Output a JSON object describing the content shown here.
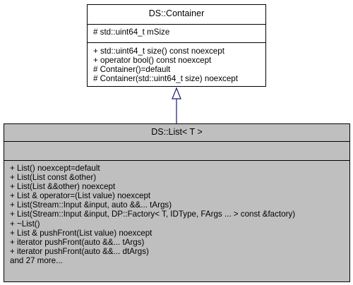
{
  "container": {
    "title": "DS::Container",
    "attributes": [
      "# std::uint64_t mSize"
    ],
    "operations": [
      "+ std::uint64_t size() const noexcept",
      "+ operator bool() const noexcept",
      "# Container()=default",
      "# Container(std::uint64_t size) noexcept"
    ]
  },
  "list": {
    "title": "DS::List< T >",
    "attributes": [],
    "operations": [
      "+ List() noexcept=default",
      "+ List(List const &other)",
      "+ List(List &&other) noexcept",
      "+ List & operator=(List value) noexcept",
      "+ List(Stream::Input &input, auto &&... tArgs)",
      "+ List(Stream::Input &input, DP::Factory< T, IDType, FArgs ... > const &factory)",
      "+ ~List()",
      "+ List & pushFront(List value) noexcept",
      "+ iterator pushFront(auto &&... tArgs)",
      "+ iterator pushFront(auto &&... dtArgs)",
      "and 27 more..."
    ]
  },
  "relation": {
    "type": "inheritance",
    "from": "DS::List< T >",
    "to": "DS::Container",
    "color": "#191970"
  }
}
